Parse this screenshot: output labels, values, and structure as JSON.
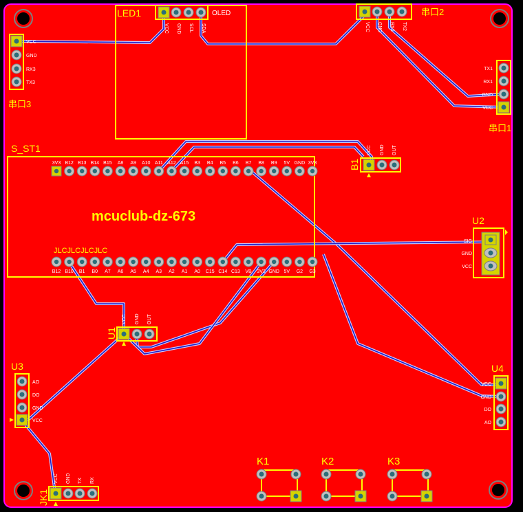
{
  "board": {
    "title": "mcuclub-dz-673",
    "colors": {
      "copper": "#FF0000",
      "outline": "#FF00FF",
      "silkscreen": "#FFFF00",
      "trace": "#1E1EC8",
      "background": "#000000"
    }
  },
  "labels": {
    "led1": "LED1",
    "oled": "OLED",
    "sst1": "S_ST1",
    "b1": "B1",
    "u1": "U1",
    "u2": "U2",
    "u3": "U3",
    "u4": "U4",
    "jk1": "JK1",
    "k1": "K1",
    "k2": "K2",
    "k3": "K3",
    "chuan1": "串口1",
    "chuan2": "串口2",
    "chuan3": "串口3",
    "jlc": "JLCJLCJLCJLC"
  },
  "pins": {
    "led1": [
      "VCC",
      "GND",
      "SCL",
      "SDA"
    ],
    "chuan2": [
      "VCC",
      "GND",
      "RX2",
      "TX2"
    ],
    "chuan3": [
      "VCC",
      "GND",
      "RX3",
      "TX3"
    ],
    "chuan1": [
      "TX1",
      "RX1",
      "GND",
      "VCC"
    ],
    "b1": [
      "VCC",
      "GND",
      "OUT"
    ],
    "u1": [
      "VCC",
      "GND",
      "OUT"
    ],
    "u2": [
      "SIG",
      "GND",
      "VCC"
    ],
    "u3": [
      "AO",
      "DO",
      "GND",
      "VCC"
    ],
    "u4": [
      "VCC",
      "GND",
      "DO",
      "AO"
    ],
    "jk1": [
      "VCC",
      "GND",
      "TX",
      "RX"
    ],
    "sst1_top": [
      "3V3",
      "B12",
      "B13",
      "B14",
      "B15",
      "A8",
      "A9",
      "A10",
      "A11",
      "A12",
      "A15",
      "B3",
      "B4",
      "B5",
      "B6",
      "B7",
      "B8",
      "B9",
      "5V",
      "GND",
      "3V3"
    ],
    "sst1_bottom": [
      "B12",
      "B10",
      "B1",
      "B0",
      "A7",
      "A6",
      "A5",
      "A4",
      "A3",
      "A2",
      "A1",
      "A0",
      "C15",
      "C14",
      "C13",
      "VB",
      "3V3",
      "GND",
      "5V",
      "G2",
      "G3"
    ]
  },
  "icons": {
    "mounting_hole": "mounting-hole-icon",
    "pin1_marker": "triangle-marker-icon"
  }
}
